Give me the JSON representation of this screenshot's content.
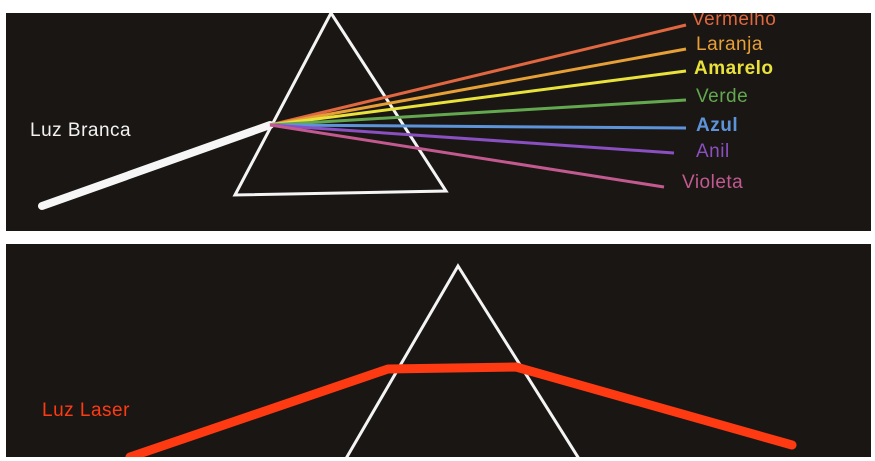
{
  "top_panel": {
    "input_label": "Luz Branca",
    "input_label_color": "#f2f2f2",
    "spectrum": [
      {
        "label": "Vermelho",
        "color": "#e0673f"
      },
      {
        "label": "Laranja",
        "color": "#e6a036"
      },
      {
        "label": "Amarelo",
        "color": "#e9e23a"
      },
      {
        "label": "Verde",
        "color": "#63a84f"
      },
      {
        "label": "Azul",
        "color": "#5d93d9"
      },
      {
        "label": "Anil",
        "color": "#8a4fc0"
      },
      {
        "label": "Violeta",
        "color": "#c25a8f"
      }
    ]
  },
  "bottom_panel": {
    "input_label": "Luz Laser",
    "laser_color": "#fe3a12"
  },
  "colors": {
    "background": "#1a1614",
    "prism_outline": "#f4f4f4",
    "white_beam": "#f6f6f6"
  }
}
